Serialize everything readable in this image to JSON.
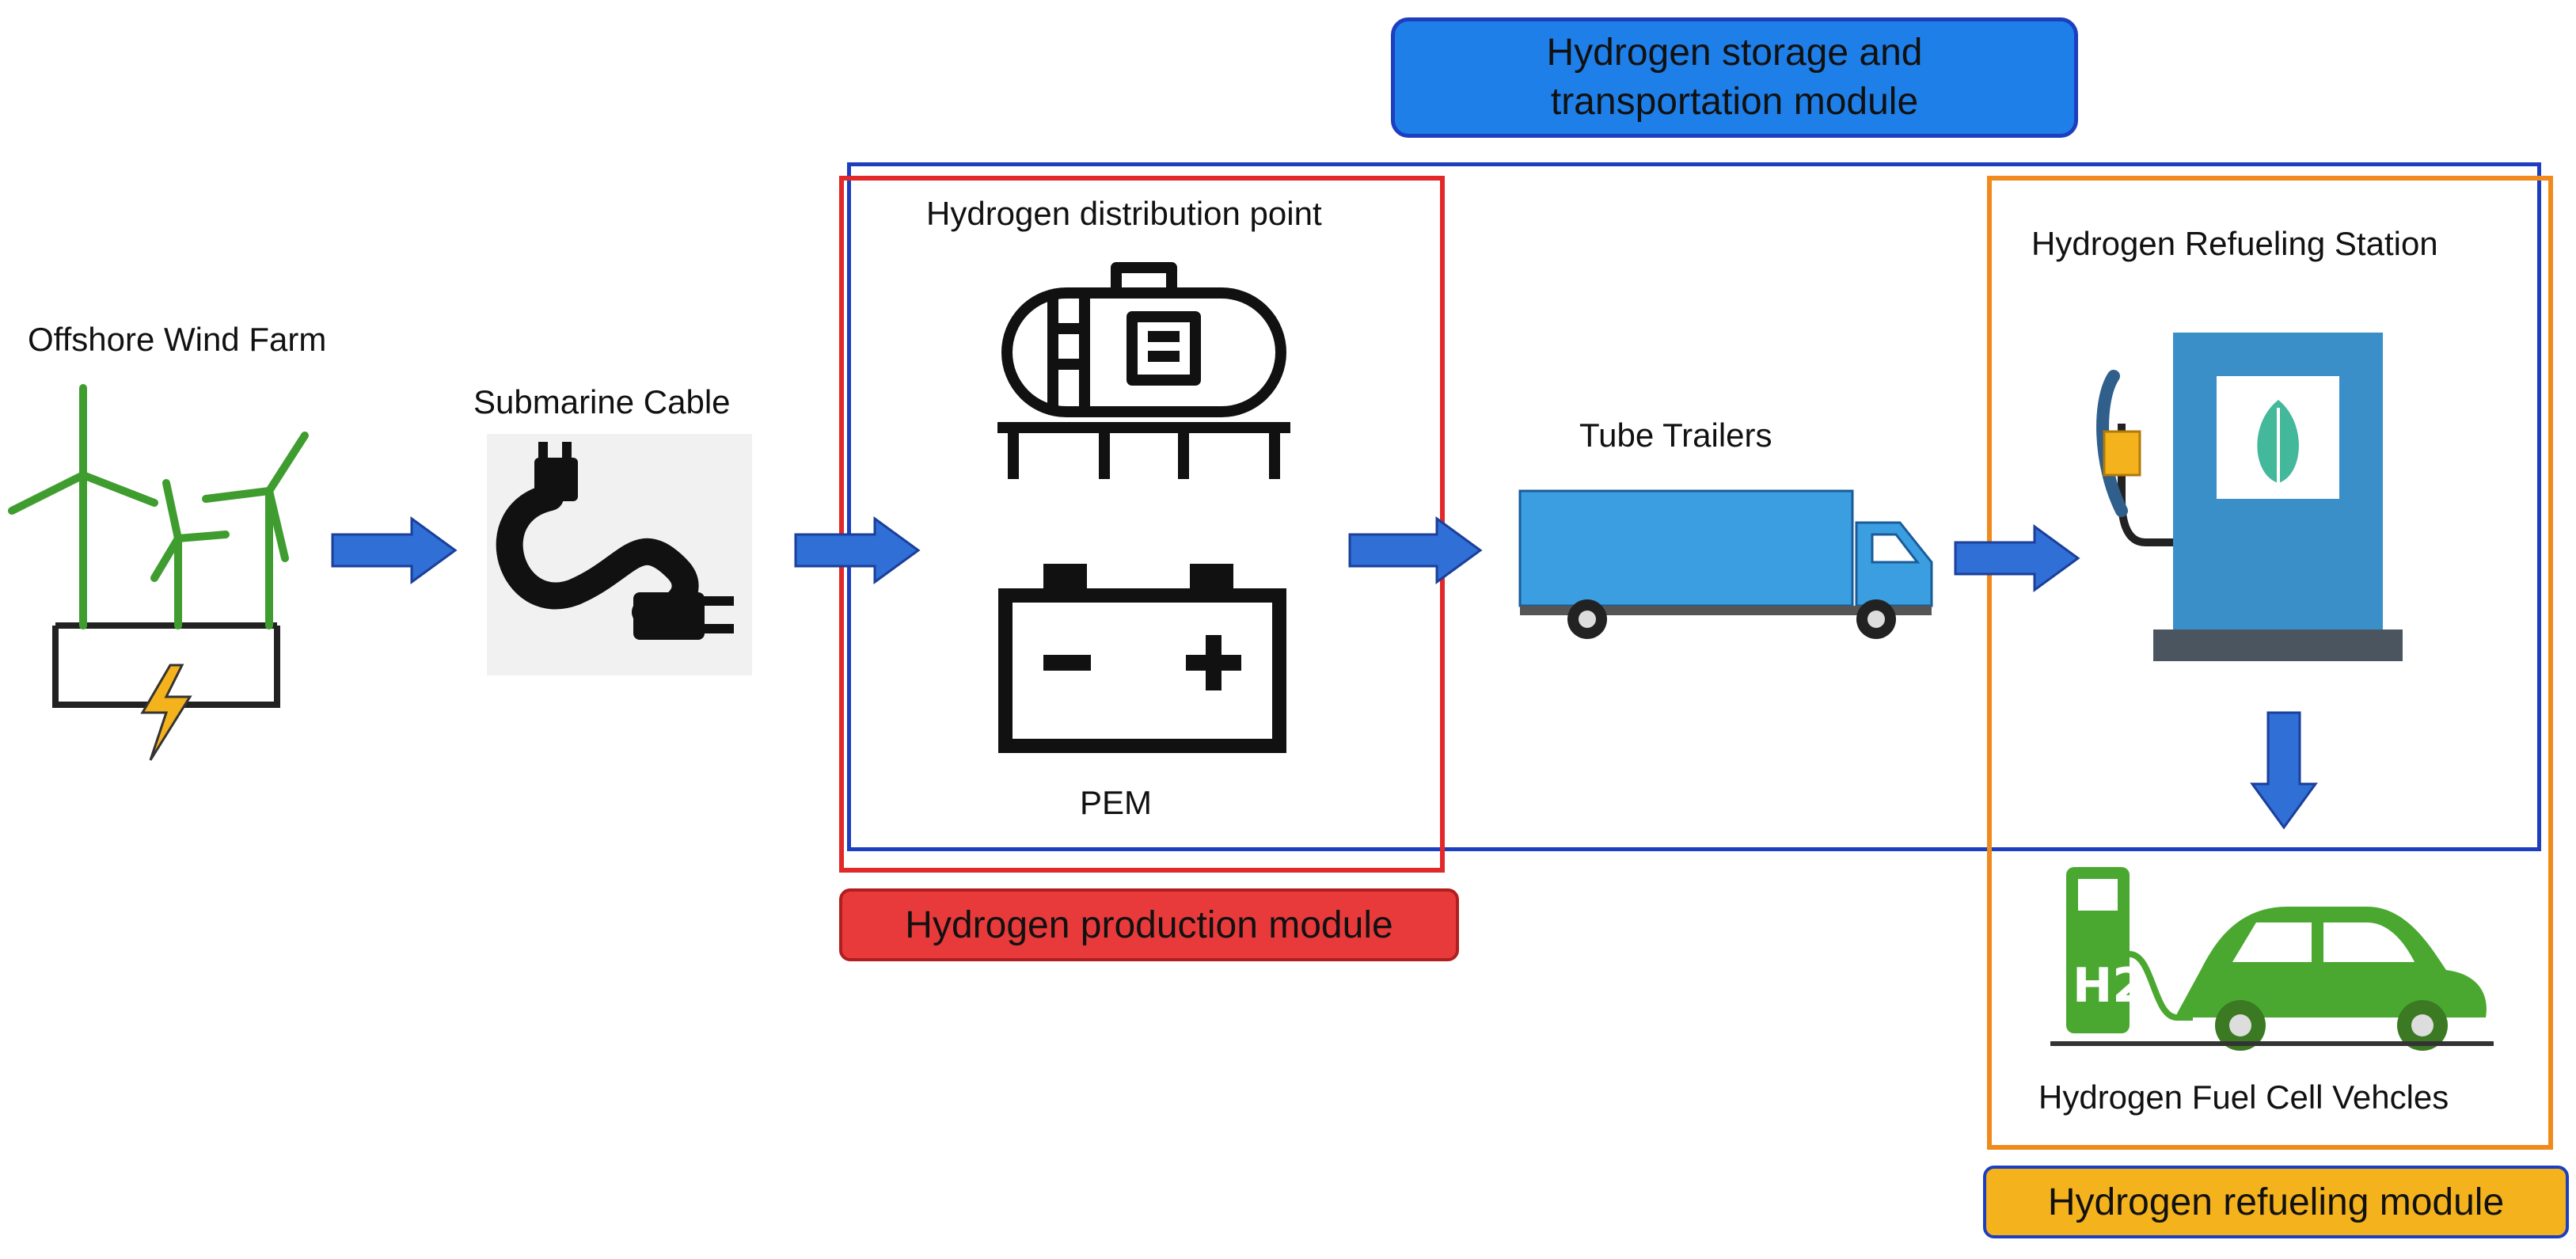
{
  "labels": {
    "wind_farm": "Offshore Wind Farm",
    "cable": "Submarine Cable",
    "distribution": "Hydrogen distribution point",
    "pem": "PEM",
    "trailers": "Tube Trailers",
    "station": "Hydrogen Refueling Station",
    "vehicles": "Hydrogen Fuel Cell Vehcles",
    "h2": "H2"
  },
  "modules": {
    "storage": {
      "line1": "Hydrogen storage and",
      "line2": "transportation module",
      "color": "#1e7fe8",
      "border": "#1d3fbf"
    },
    "production": {
      "label": "Hydrogen production module",
      "color": "#e83a3a",
      "border": "#e22828"
    },
    "refueling": {
      "label": "Hydrogen refueling module",
      "color": "#f4b21d",
      "border": "#f08a1c"
    }
  },
  "colors": {
    "arrow": "#2f6fd6",
    "truck": "#3a9ee0",
    "pump": "#3a8fc8",
    "car": "#4aa830",
    "turbine": "#3f9d2f"
  }
}
